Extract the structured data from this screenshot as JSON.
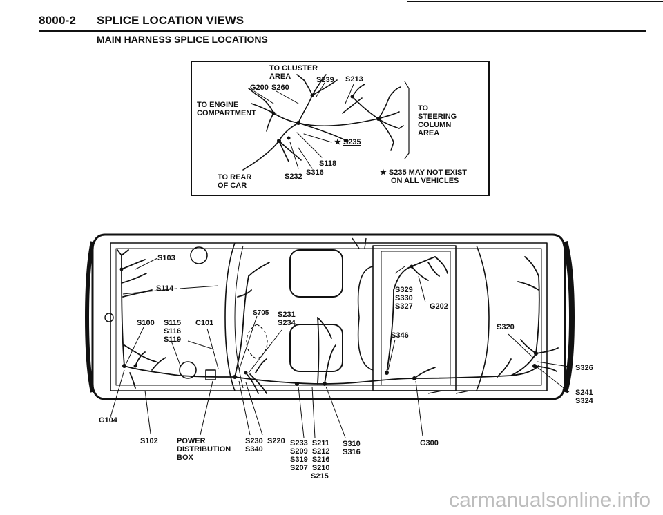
{
  "header": {
    "page_number": "8000-2",
    "title": "SPLICE LOCATION VIEWS",
    "subtitle": "MAIN HARNESS SPLICE LOCATIONS"
  },
  "inset": {
    "to_cluster_l1": "TO CLUSTER",
    "to_cluster_l2": "AREA",
    "g200": "G200",
    "s260": "S260",
    "s239": "S239",
    "s213": "S213",
    "to_engine_l1": "TO ENGINE",
    "to_engine_l2": "COMPARTMENT",
    "to_steering_l1": "TO",
    "to_steering_l2": "STEERING",
    "to_steering_l3": "COLUMN",
    "to_steering_l4": "AREA",
    "s235_star": "★",
    "s235": "S235",
    "s118": "S118",
    "s232": "S232",
    "s316": "S316",
    "to_rear_l1": "TO REAR",
    "to_rear_l2": "OF CAR",
    "note_l1": "★ S235 MAY NOT EXIST",
    "note_l2": "ON ALL VEHICLES"
  },
  "car": {
    "s103": "S103",
    "s114": "S114",
    "s100": "S100",
    "s115": "S115",
    "s116": "S116",
    "s119": "S119",
    "c101": "C101",
    "s705": "S705",
    "s231": "S231",
    "s234": "S234",
    "s329": "S329",
    "s330": "S330",
    "s327": "S327",
    "g202": "G202",
    "s346": "S346",
    "s320": "S320",
    "s326": "S326",
    "s241": "S241",
    "s324": "S324",
    "g104": "G104",
    "s102": "S102",
    "power_l1": "POWER",
    "power_l2": "DISTRIBUTION",
    "power_l3": "BOX",
    "s230": "S230",
    "s340": "S340",
    "s220": "S220",
    "s233": "S233",
    "s211": "S211",
    "s209": "S209",
    "s212": "S212",
    "s319": "S319",
    "s216": "S216",
    "s207": "S207",
    "s210": "S210",
    "s215": "S215",
    "s310": "S310",
    "s316": "S316",
    "g300": "G300"
  },
  "watermark": "carmanualsonline.info"
}
